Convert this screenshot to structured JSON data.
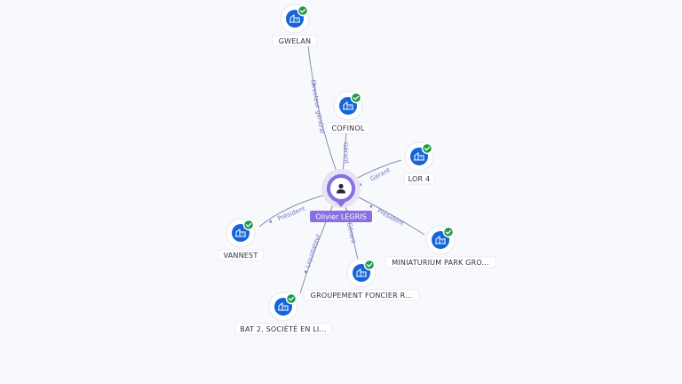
{
  "center": {
    "name": "Olivier LEGRIS",
    "icon": "person-icon"
  },
  "entity_icon": "building-icon",
  "verified_icon": "check-icon",
  "colors": {
    "entity": "#1565d8",
    "verified": "#1e9b4a",
    "center": "#8a6fe0",
    "edge_label": "#7b74c9"
  },
  "nodes": [
    {
      "id": "gwelan",
      "label": "GWELAN",
      "relation": "Directeur général"
    },
    {
      "id": "cofinol",
      "label": "COFINOL",
      "relation": "Gérant"
    },
    {
      "id": "lor4",
      "label": "LOR 4",
      "relation": "Gérant"
    },
    {
      "id": "miniaturium",
      "label": "MINIATURIUM PARK GRO...",
      "relation": "Président"
    },
    {
      "id": "groupement",
      "label": "GROUPEMENT FONCIER R...",
      "relation": "Gérant"
    },
    {
      "id": "bat2",
      "label": "BAT 2, SOCIÉTÉ EN LI...",
      "relation": "Liquidateur"
    },
    {
      "id": "vannest",
      "label": "VANNEST",
      "relation": "Président"
    }
  ]
}
